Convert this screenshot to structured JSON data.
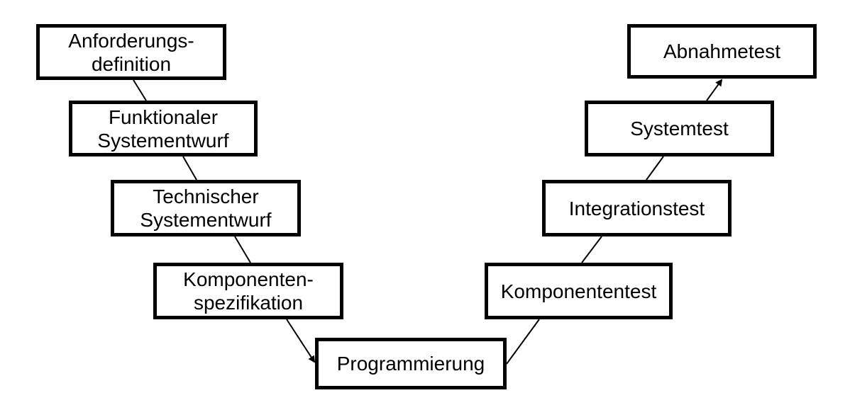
{
  "left_branch": {
    "requirements": {
      "line1": "Anforderungs-",
      "line2": "definition"
    },
    "functional_design": {
      "line1": "Funktionaler",
      "line2": "Systementwurf"
    },
    "technical_design": {
      "line1": "Technischer",
      "line2": "Systementwurf"
    },
    "component_spec": {
      "line1": "Komponenten-",
      "line2": "spezifikation"
    }
  },
  "bottom": {
    "programming": "Programmierung"
  },
  "right_branch": {
    "component_test": "Komponententest",
    "integration_test": "Integrationstest",
    "system_test": "Systemtest",
    "acceptance_test": "Abnahmetest"
  },
  "colors": {
    "line": "#000000",
    "box_border": "#000000",
    "background": "#ffffff"
  }
}
